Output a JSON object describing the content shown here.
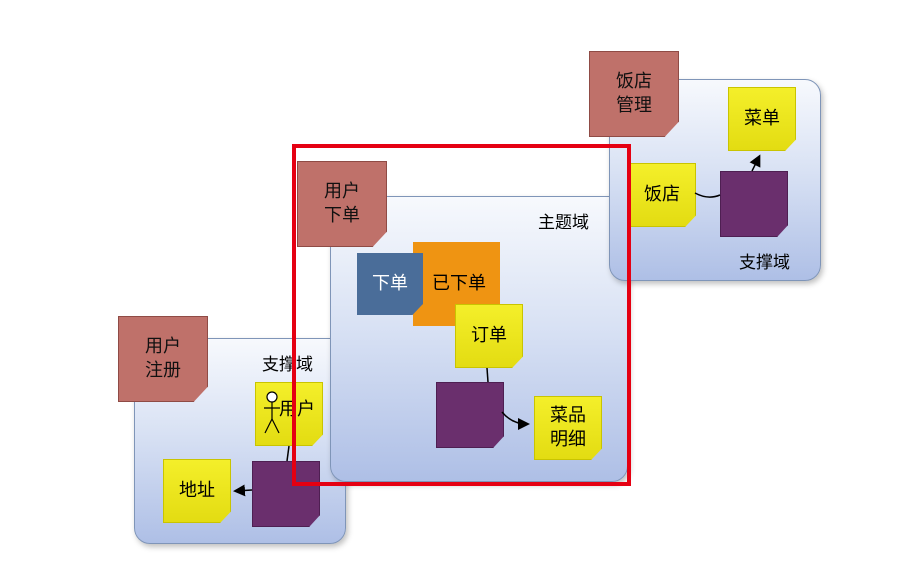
{
  "domains": {
    "left_support": "支撑域",
    "core": "主题域",
    "right_support": "支撑域"
  },
  "notes": {
    "user_register": [
      "用户",
      "注册"
    ],
    "user_order": [
      "用户",
      "下单"
    ],
    "restaurant_mgmt": [
      "饭店",
      "管理"
    ],
    "user": "用户",
    "address": "地址",
    "place_order": "下单",
    "order_placed": "已下单",
    "order": "订单",
    "dish_detail": [
      "菜品",
      "明细"
    ],
    "restaurant": "饭店",
    "menu": "菜单"
  },
  "colors": {
    "highlight_frame": "#e50012",
    "aggregate": "#6a2f6d",
    "entity": "#e3dc12",
    "command": "#4a6d99",
    "event": "#ef9412",
    "context": "#bf716a"
  }
}
